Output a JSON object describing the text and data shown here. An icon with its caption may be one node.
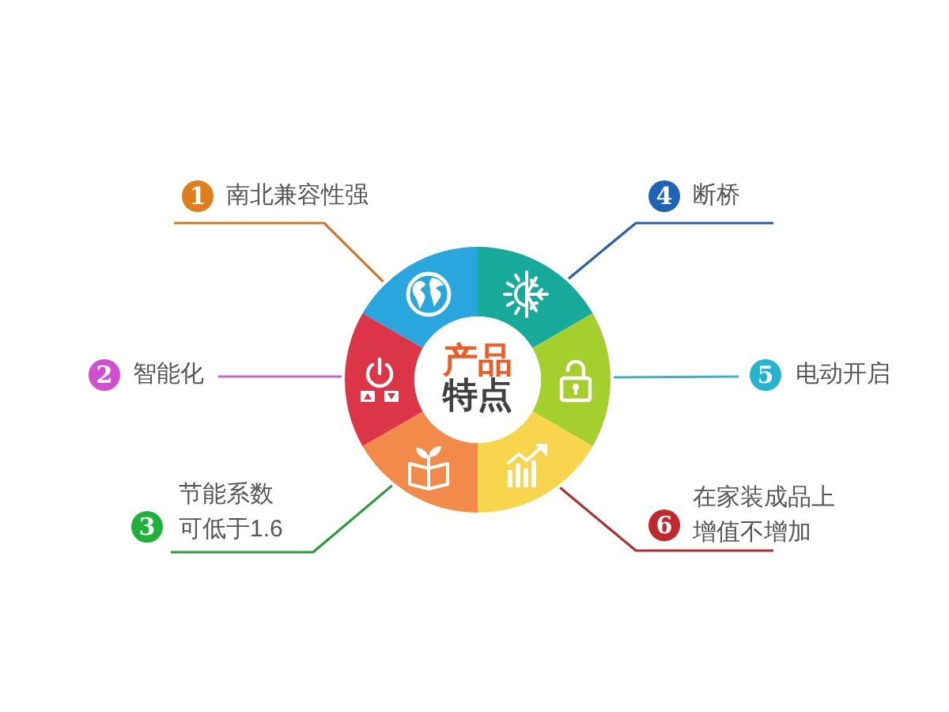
{
  "diagram": {
    "nodes": [
      {
        "text": [
          "产品",
          "特点"
        ]
      },
      {
        "text": [],
        "shape": "segment"
      },
      {
        "text": [],
        "shape": "segment"
      },
      {
        "text": [],
        "shape": "segment"
      },
      {
        "text": [],
        "shape": "segment"
      },
      {
        "text": [],
        "shape": "segment"
      },
      {
        "text": [],
        "shape": "segment"
      },
      {
        "text": [
          "1",
          "南北兼容性强"
        ]
      },
      {
        "text": [
          "2",
          "智能化"
        ]
      },
      {
        "text": [
          "3",
          "节能系数可低于1.6"
        ]
      },
      {
        "text": [
          "4",
          "断桥"
        ]
      },
      {
        "text": [
          "5",
          "电动开启"
        ]
      },
      {
        "text": [
          "6",
          "在家装成品上增值不增加"
        ]
      }
    ],
    "edges": [
      {
        "from": 7,
        "to": 1,
        "arrow": "none",
        "color": "#c97a28"
      },
      {
        "from": 8,
        "to": 6,
        "arrow": "none",
        "color": "#c868c8"
      },
      {
        "from": 9,
        "to": 5,
        "arrow": "none",
        "color": "#2e9a3c"
      },
      {
        "from": 10,
        "to": 2,
        "arrow": "none",
        "color": "#2b5ea6"
      },
      {
        "from": 11,
        "to": 3,
        "arrow": "none",
        "color": "#3fb0cc"
      },
      {
        "from": 12,
        "to": 4,
        "arrow": "none",
        "color": "#a83232"
      }
    ]
  }
}
